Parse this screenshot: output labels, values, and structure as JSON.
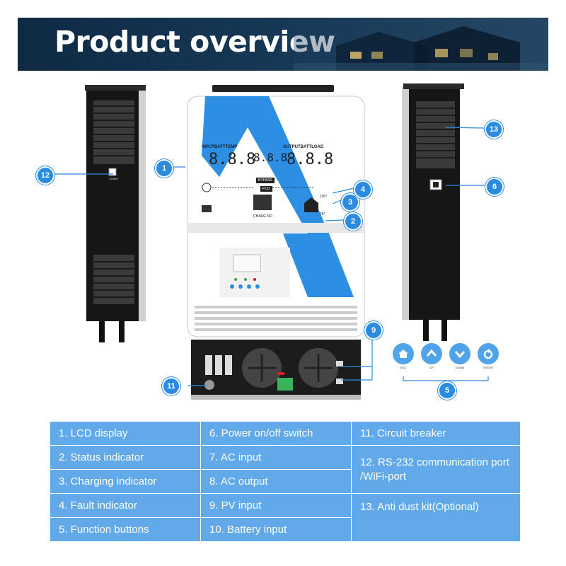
{
  "header": {
    "title": "Product overview"
  },
  "callouts": [
    "1",
    "2",
    "3",
    "4",
    "5",
    "6",
    "9",
    "11",
    "12",
    "13"
  ],
  "display": {
    "left_header": "INPUTBATTTEMP",
    "right_header": "OUTPUTBATTLOAD",
    "digits": "8.8.8",
    "bypass": "BYPASS",
    "fco": "FCO",
    "charg_no": "CHARG NO",
    "temp_high": "100°",
    "temp_low": "25°",
    "comm_label": "COMM"
  },
  "buttons": [
    {
      "label": "ESC",
      "icon": "home-icon"
    },
    {
      "label": "UP",
      "icon": "chevron-up-icon"
    },
    {
      "label": "DOWN",
      "icon": "chevron-down-icon"
    },
    {
      "label": "ENTER",
      "icon": "enter-icon"
    }
  ],
  "table": {
    "col1": [
      "1. LCD display",
      "2. Status indicator",
      "3. Charging indicator",
      "4. Fault indicator",
      "5. Function buttons"
    ],
    "col2": [
      "6. Power on/off switch",
      "7. AC input",
      "8. AC output",
      "9. PV input",
      "10. Battery input"
    ],
    "col3": [
      "11. Circuit breaker",
      "12. RS-232 communication port /WiFi-port",
      "13. Anti dust kit(Optional)"
    ]
  },
  "colors": {
    "accent": "#2b8be0",
    "table_bg": "#61a9e9",
    "banner": "#0f2a44",
    "device_body": "#1a1a1a"
  }
}
